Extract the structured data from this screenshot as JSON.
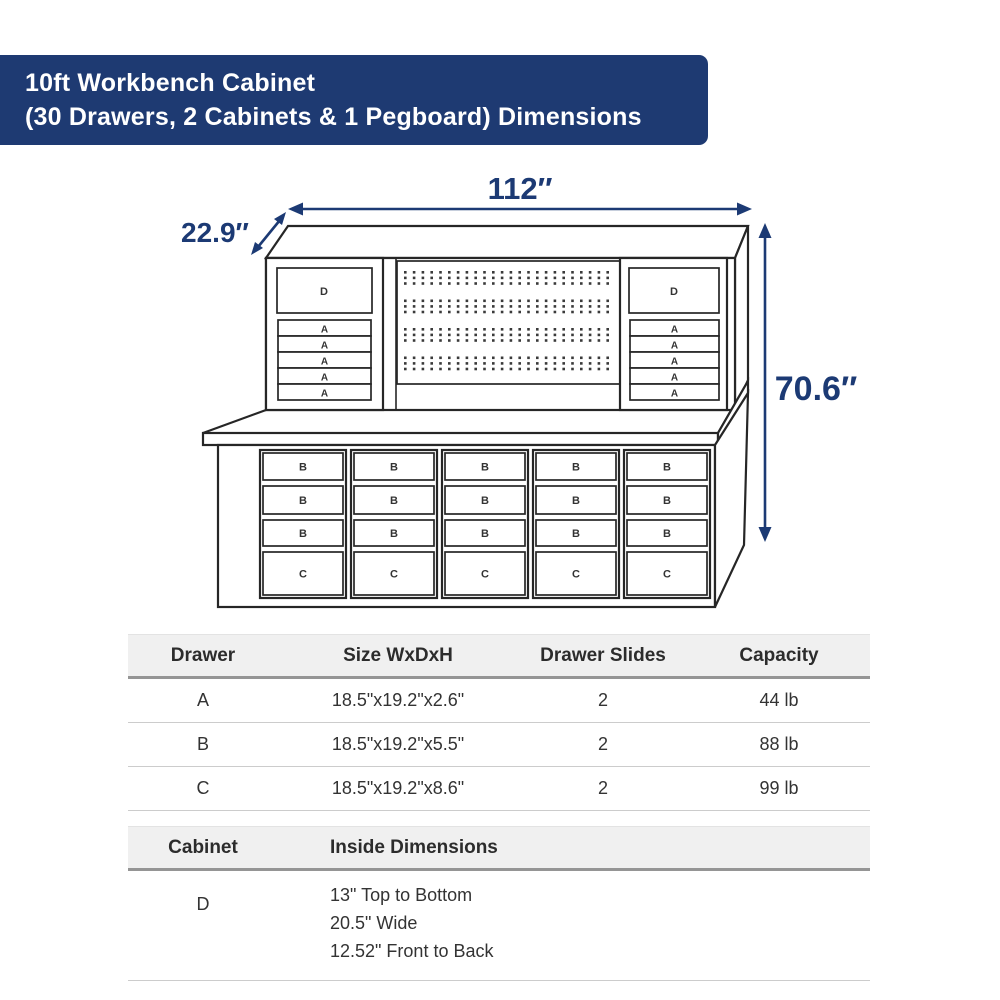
{
  "banner": {
    "line1": "10ft Workbench Cabinet",
    "line2": "(30 Drawers, 2 Cabinets & 1 Pegboard) Dimensions"
  },
  "diagram": {
    "width_label": "112″",
    "depth_label": "22.9″",
    "height_label": "70.6″",
    "cabinet_label": "D",
    "hutch_drawer_labels": [
      "A",
      "A",
      "A",
      "A",
      "A"
    ],
    "base_row_labels": [
      "B",
      "B",
      "B",
      "C"
    ],
    "base_columns": 5
  },
  "drawer_table": {
    "headers": [
      "Drawer",
      "Size WxDxH",
      "Drawer Slides",
      "Capacity"
    ],
    "rows": [
      [
        "A",
        "18.5\"x19.2\"x2.6\"",
        "2",
        "44 lb"
      ],
      [
        "B",
        "18.5\"x19.2\"x5.5\"",
        "2",
        "88 lb"
      ],
      [
        "C",
        "18.5\"x19.2\"x8.6\"",
        "2",
        "99 lb"
      ]
    ]
  },
  "cabinet_table": {
    "headers": [
      "Cabinet",
      "Inside Dimensions"
    ],
    "row_cabinet": "D",
    "row_dimensions": [
      "13\" Top to Bottom",
      "20.5\" Wide",
      "12.52\" Front to Back"
    ]
  },
  "colors": {
    "banner_navy": "#1e3a72",
    "dimension_navy": "#1c3a74",
    "line_art": "#262626"
  }
}
